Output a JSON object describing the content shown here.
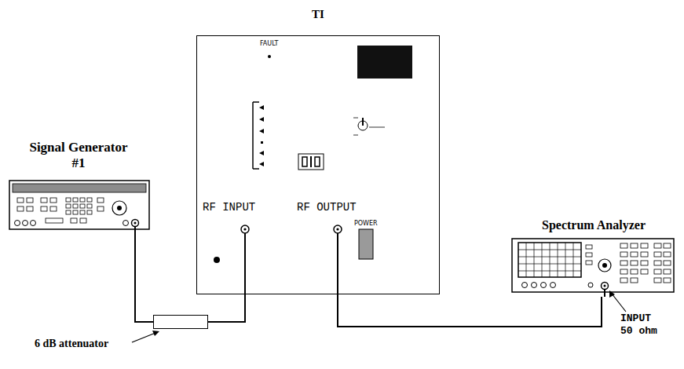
{
  "diagram": {
    "nodes": [
      {
        "text": [
          "Signal Generator #1"
        ]
      },
      {
        "text": [
          "TI"
        ]
      },
      {
        "text": [
          "6 dB attenuator"
        ]
      },
      {
        "text": [
          "Spectrum Analyzer"
        ]
      }
    ],
    "edges": [
      {
        "from": 0,
        "to": 2,
        "arrow": "none"
      },
      {
        "from": 2,
        "to": 1,
        "arrow": "none"
      },
      {
        "from": 1,
        "to": 3,
        "arrow": "none"
      }
    ],
    "labels": [
      "FAULT",
      "RF INPUT",
      "RF OUTPUT",
      "POWER",
      "INPUT 50 ohm"
    ]
  }
}
